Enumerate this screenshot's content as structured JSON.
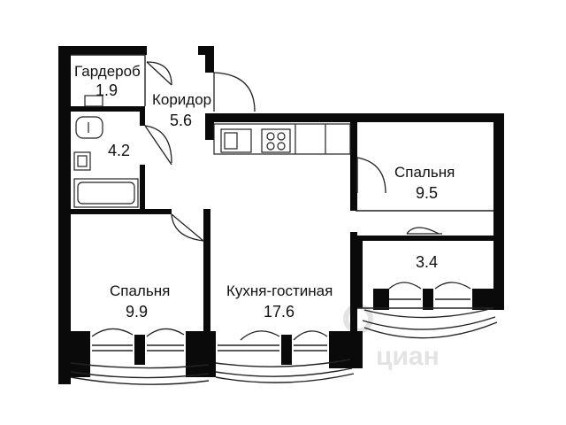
{
  "rooms": [
    {
      "key": "wardrobe",
      "name": "Гардероб",
      "area": "1.9"
    },
    {
      "key": "corridor",
      "name": "Коридор",
      "area": "5.6"
    },
    {
      "key": "bathroom",
      "name": "",
      "area": "4.2"
    },
    {
      "key": "bedroom_small",
      "name": "Спальня",
      "area": "9.5"
    },
    {
      "key": "loggia",
      "name": "",
      "area": "3.4"
    },
    {
      "key": "bedroom_large",
      "name": "Спальня",
      "area": "9.9"
    },
    {
      "key": "kitchen_living",
      "name": "Кухня-гостиная",
      "area": "17.6"
    }
  ],
  "watermark": "циан",
  "colors": {
    "wall": "#0a0a0a",
    "line": "#222222",
    "background": "#ffffff",
    "watermark": "#e3e3e3"
  },
  "icons": [
    "toilet-icon",
    "sink-icon",
    "bathtub-icon",
    "stove-icon",
    "kitchen-sink-icon",
    "door-swing-icon",
    "window-icon",
    "watermark-logo-icon"
  ]
}
